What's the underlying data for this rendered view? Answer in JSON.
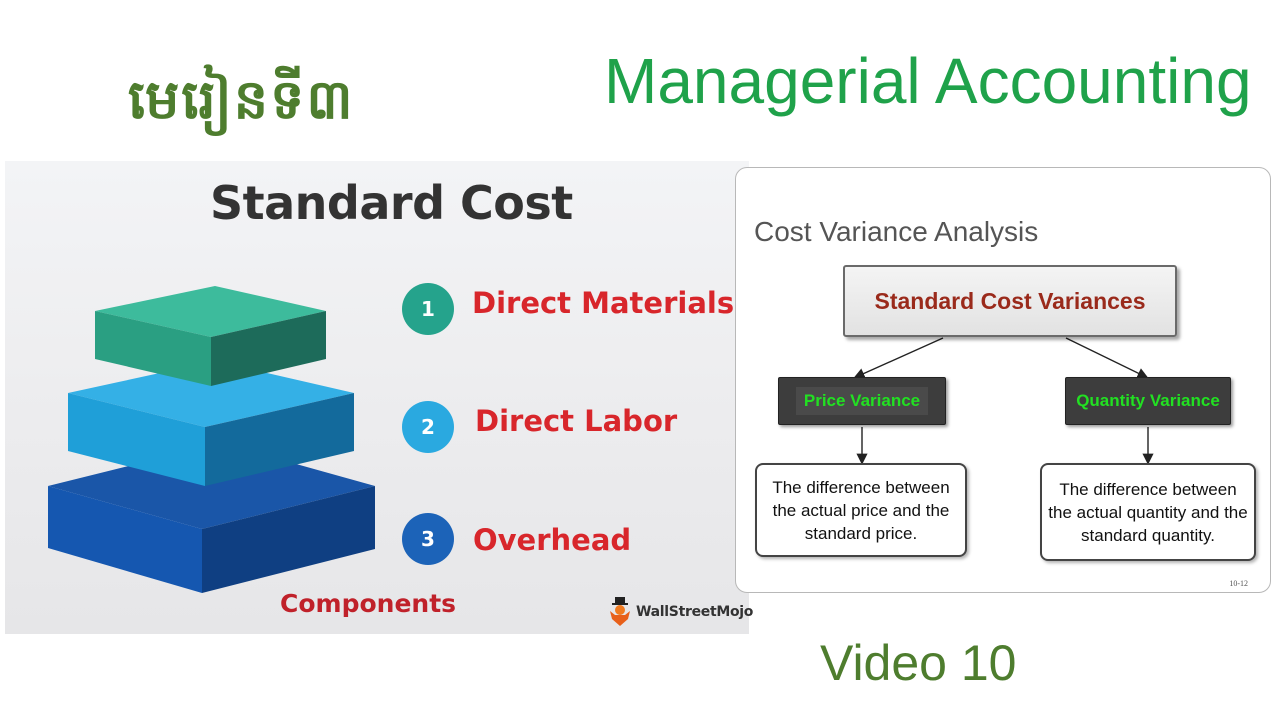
{
  "header": {
    "khmer_title": "មេរៀនទី៣",
    "main_title": "Managerial Accounting",
    "video_label": "Video 10"
  },
  "standard_cost": {
    "title": "Standard Cost",
    "items": [
      {
        "number": "1",
        "label": "Direct Materials",
        "color": "#25a38c"
      },
      {
        "number": "2",
        "label": "Direct Labor",
        "color": "#2aa9e0"
      },
      {
        "number": "3",
        "label": "Overhead",
        "color": "#1c63b8"
      }
    ],
    "components_label": "Components",
    "brand": "WallStreetMojo"
  },
  "slide": {
    "title": "Cost Variance Analysis",
    "top_box": "Standard Cost Variances",
    "left_variance": "Price Variance",
    "right_variance": "Quantity Variance",
    "left_desc": "The difference between the actual price and the standard price.",
    "right_desc": "The difference between the actual quantity and the standard quantity.",
    "page_number": "10-12"
  }
}
